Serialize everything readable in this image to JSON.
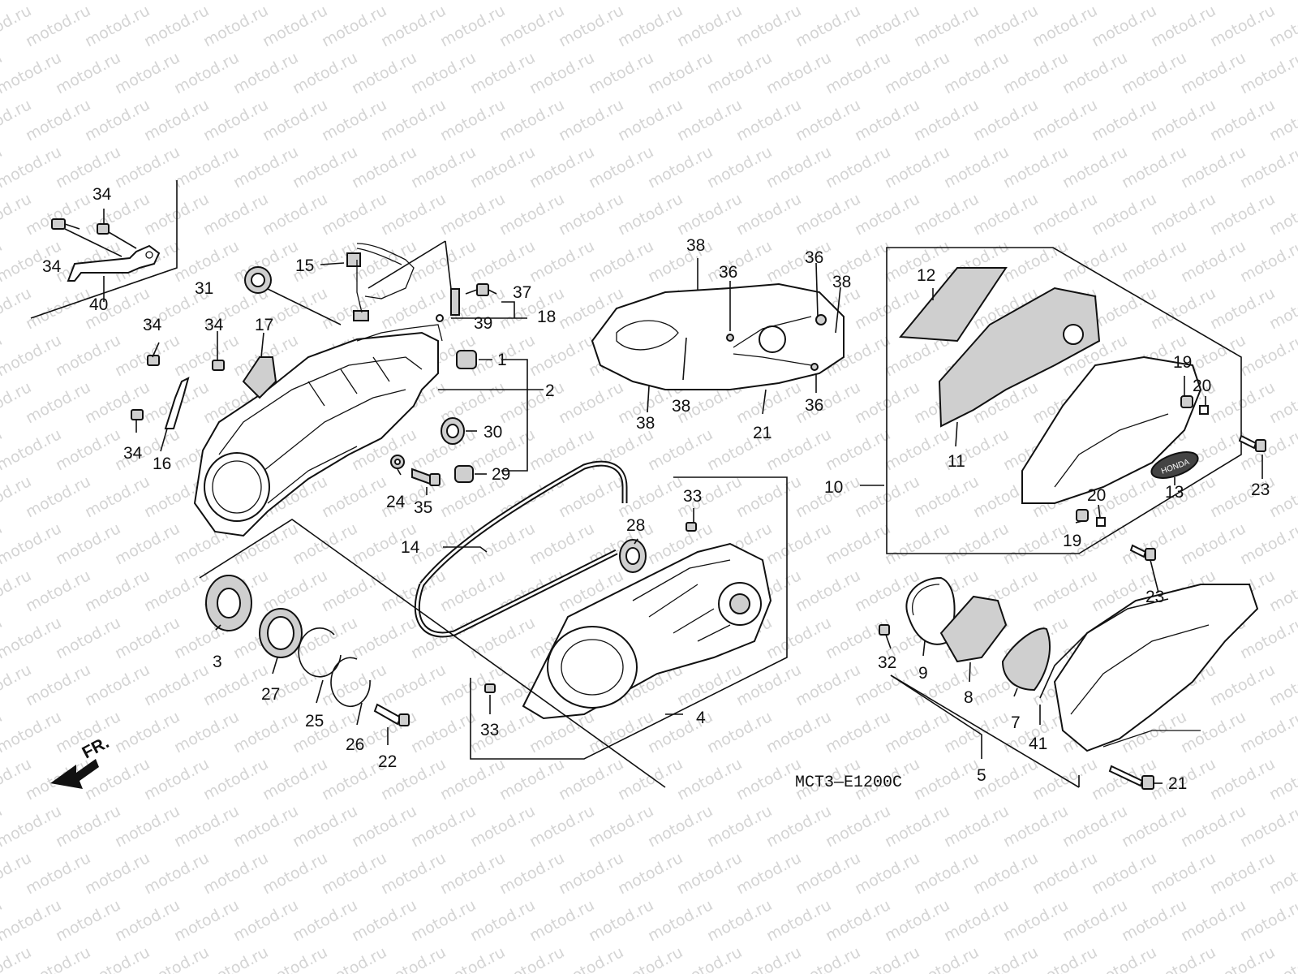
{
  "diagram": {
    "watermark_text": "motod.ru",
    "diagram_code": "MCT3—E1200C",
    "direction_label": "FR.",
    "callouts": [
      {
        "id": "c1",
        "text": "1"
      },
      {
        "id": "c2",
        "text": "2"
      },
      {
        "id": "c3",
        "text": "3"
      },
      {
        "id": "c4",
        "text": "4"
      },
      {
        "id": "c5",
        "text": "5"
      },
      {
        "id": "c7",
        "text": "7"
      },
      {
        "id": "c8",
        "text": "8"
      },
      {
        "id": "c9",
        "text": "9"
      },
      {
        "id": "c10",
        "text": "10"
      },
      {
        "id": "c11",
        "text": "11"
      },
      {
        "id": "c12",
        "text": "12"
      },
      {
        "id": "c13",
        "text": "13"
      },
      {
        "id": "c14",
        "text": "14"
      },
      {
        "id": "c15",
        "text": "15"
      },
      {
        "id": "c16",
        "text": "16"
      },
      {
        "id": "c17",
        "text": "17"
      },
      {
        "id": "c18",
        "text": "18"
      },
      {
        "id": "c19a",
        "text": "19"
      },
      {
        "id": "c19b",
        "text": "19"
      },
      {
        "id": "c20a",
        "text": "20"
      },
      {
        "id": "c20b",
        "text": "20"
      },
      {
        "id": "c21a",
        "text": "21"
      },
      {
        "id": "c21b",
        "text": "21"
      },
      {
        "id": "c22",
        "text": "22"
      },
      {
        "id": "c23a",
        "text": "23"
      },
      {
        "id": "c23b",
        "text": "23"
      },
      {
        "id": "c24",
        "text": "24"
      },
      {
        "id": "c25",
        "text": "25"
      },
      {
        "id": "c26",
        "text": "26"
      },
      {
        "id": "c27",
        "text": "27"
      },
      {
        "id": "c28",
        "text": "28"
      },
      {
        "id": "c29",
        "text": "29"
      },
      {
        "id": "c30",
        "text": "30"
      },
      {
        "id": "c31",
        "text": "31"
      },
      {
        "id": "c32",
        "text": "32"
      },
      {
        "id": "c33a",
        "text": "33"
      },
      {
        "id": "c33b",
        "text": "33"
      },
      {
        "id": "c34a",
        "text": "34"
      },
      {
        "id": "c34b",
        "text": "34"
      },
      {
        "id": "c34c",
        "text": "34"
      },
      {
        "id": "c34d",
        "text": "34"
      },
      {
        "id": "c34e",
        "text": "34"
      },
      {
        "id": "c35",
        "text": "35"
      },
      {
        "id": "c36a",
        "text": "36"
      },
      {
        "id": "c36b",
        "text": "36"
      },
      {
        "id": "c36c",
        "text": "36"
      },
      {
        "id": "c37",
        "text": "37"
      },
      {
        "id": "c38a",
        "text": "38"
      },
      {
        "id": "c38b",
        "text": "38"
      },
      {
        "id": "c38c",
        "text": "38"
      },
      {
        "id": "c38d",
        "text": "38"
      },
      {
        "id": "c39",
        "text": "39"
      },
      {
        "id": "c40",
        "text": "40"
      },
      {
        "id": "c41",
        "text": "41"
      }
    ],
    "emblem_text": "HONDA"
  }
}
